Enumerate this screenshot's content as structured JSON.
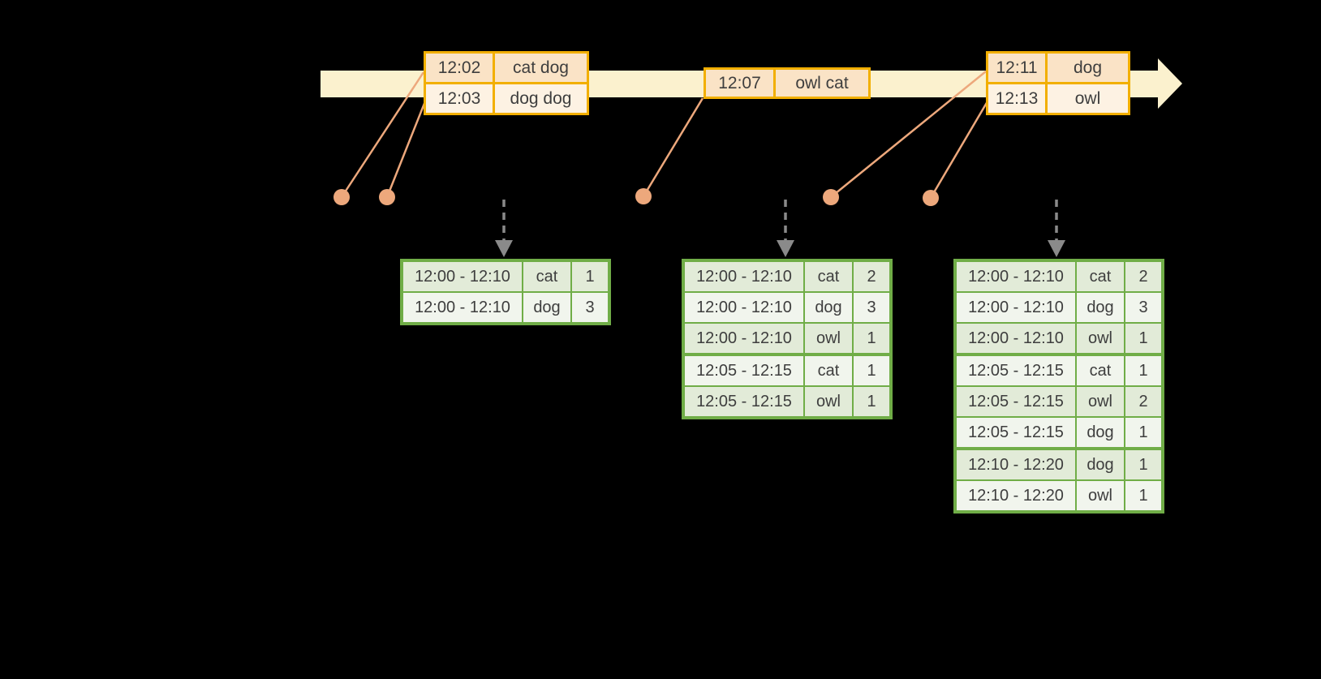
{
  "diagram": {
    "kind": "sliding-window word-count streaming diagram",
    "timeline_direction": "left-to-right arrow"
  },
  "colors": {
    "background": "#000000",
    "timeline_band": "#FBF1CE",
    "event_border": "#F2AF00",
    "event_row_dark": "#FAE3C6",
    "event_row_light": "#FDF2E3",
    "dot_and_leader": "#EDA87C",
    "down_arrow": "#8A8A8A",
    "result_border": "#70AD47",
    "result_row_dark": "#E2EBD8",
    "result_row_light": "#F1F5ED",
    "text": "#3E3E3E"
  },
  "event_tables": [
    {
      "rows": [
        {
          "time": "12:02",
          "words": "cat dog"
        },
        {
          "time": "12:03",
          "words": "dog dog"
        }
      ]
    },
    {
      "rows": [
        {
          "time": "12:07",
          "words": "owl cat"
        }
      ]
    },
    {
      "rows": [
        {
          "time": "12:11",
          "words": "dog"
        },
        {
          "time": "12:13",
          "words": "owl"
        }
      ]
    }
  ],
  "result_tables": [
    {
      "rows": [
        {
          "window": "12:00 - 12:10",
          "word": "cat",
          "count": "1"
        },
        {
          "window": "12:00 - 12:10",
          "word": "dog",
          "count": "3"
        }
      ]
    },
    {
      "rows": [
        {
          "window": "12:00 - 12:10",
          "word": "cat",
          "count": "2"
        },
        {
          "window": "12:00 - 12:10",
          "word": "dog",
          "count": "3"
        },
        {
          "window": "12:00 - 12:10",
          "word": "owl",
          "count": "1"
        },
        {
          "window": "12:05 - 12:15",
          "word": "cat",
          "count": "1"
        },
        {
          "window": "12:05 - 12:15",
          "word": "owl",
          "count": "1"
        }
      ]
    },
    {
      "rows": [
        {
          "window": "12:00 - 12:10",
          "word": "cat",
          "count": "2"
        },
        {
          "window": "12:00 - 12:10",
          "word": "dog",
          "count": "3"
        },
        {
          "window": "12:00 - 12:10",
          "word": "owl",
          "count": "1"
        },
        {
          "window": "12:05 - 12:15",
          "word": "cat",
          "count": "1"
        },
        {
          "window": "12:05 - 12:15",
          "word": "owl",
          "count": "2"
        },
        {
          "window": "12:05 - 12:15",
          "word": "dog",
          "count": "1"
        },
        {
          "window": "12:10 - 12:20",
          "word": "dog",
          "count": "1"
        },
        {
          "window": "12:10 - 12:20",
          "word": "owl",
          "count": "1"
        }
      ]
    }
  ]
}
